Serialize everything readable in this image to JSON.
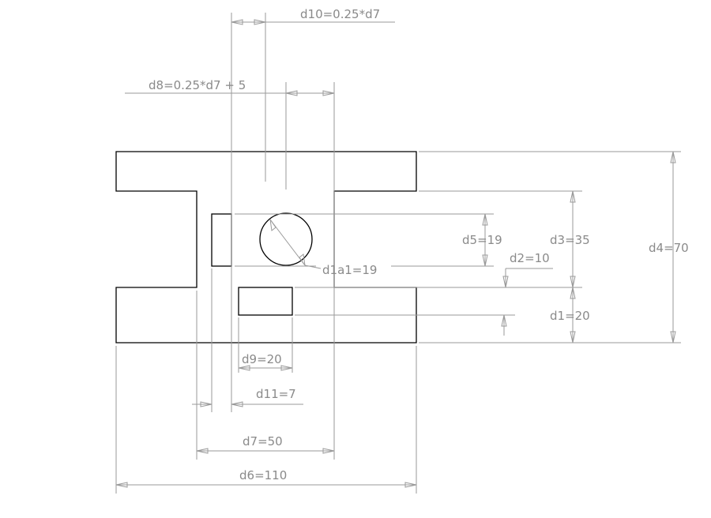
{
  "drawing": {
    "line_color": "#000000",
    "dimension_color": "#9a9a9a",
    "text_color": "#8a8a8a"
  },
  "dimensions": {
    "d1": "d1=20",
    "d2": "d2=10",
    "d3": "d3=35",
    "d4": "d4=70",
    "d5": "d5=19",
    "d6": "d6=110",
    "d7": "d7=50",
    "d8": "d8=0.25*d7 + 5",
    "d9": "d9=20",
    "d10": "d10=0.25*d7",
    "d11": "d11=7",
    "d1a1": "d1a1=19"
  }
}
